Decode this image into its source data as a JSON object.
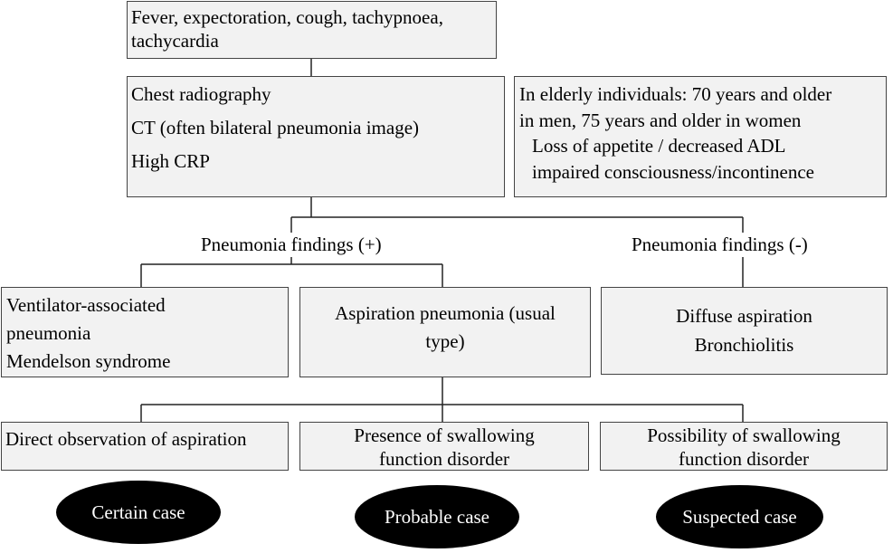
{
  "symptoms": [
    "Fever, expectoration, cough, tachypnoea,",
    "tachycardia"
  ],
  "imaging": [
    "Chest radiography",
    "CT (often bilateral pneumonia image)",
    "High CRP"
  ],
  "elderly": [
    "In elderly individuals: 70 years and older",
    "in men, 75 years and older in women",
    "Loss of appetite / decreased ADL",
    "impaired consciousness/incontinence"
  ],
  "branch_positive": "Pneumonia findings (+)",
  "branch_negative": "Pneumonia findings (-)",
  "ventilator": [
    "Ventilator-associated",
    "pneumonia",
    "Mendelson syndrome"
  ],
  "aspiration": [
    "Aspiration pneumonia (usual",
    "type)"
  ],
  "diffuse": [
    "Diffuse aspiration",
    "Bronchiolitis"
  ],
  "direct": "Direct observation of aspiration",
  "presence": [
    "Presence of swallowing",
    "function disorder"
  ],
  "possibility": [
    "Possibility of swallowing",
    "function disorder"
  ],
  "outcomes": {
    "certain": "Certain case",
    "probable": "Probable case",
    "suspected": "Suspected case"
  }
}
